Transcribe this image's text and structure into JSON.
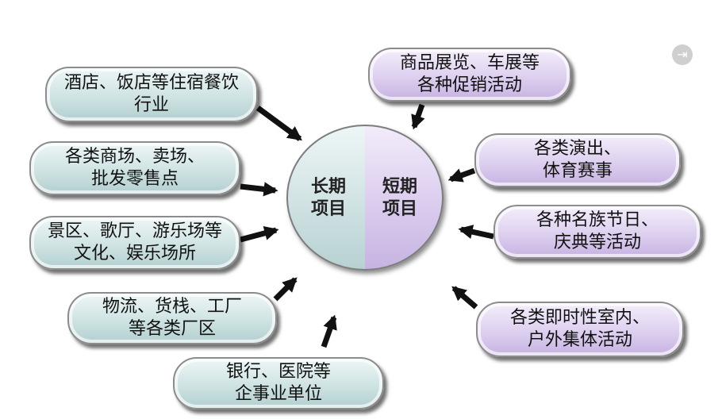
{
  "center": {
    "left": {
      "line1": "长期",
      "line2": "项目"
    },
    "right": {
      "line1": "短期",
      "line2": "项目"
    }
  },
  "long_term": [
    {
      "line1": "酒店、饭店等住宿餐饮",
      "line2": "行业"
    },
    {
      "line1": "各类商场、卖场、",
      "line2": "批发零售点"
    },
    {
      "line1": "景区、歌厅、游乐场等",
      "line2": "文化、娱乐场所"
    },
    {
      "line1": "物流、货栈、工厂",
      "line2": "等各类厂区"
    },
    {
      "line1": "银行、医院等",
      "line2": "企事业单位"
    }
  ],
  "short_term": [
    {
      "line1": "商品展览、车展等",
      "line2": "各种促销活动"
    },
    {
      "line1": "各类演出、",
      "line2": "体育赛事"
    },
    {
      "line1": "各种名族节日、",
      "line2": "庆典等活动"
    },
    {
      "line1": "各类即时性室内、",
      "line2": "户外集体活动"
    }
  ],
  "colors": {
    "long_fill": "#cfe3e3",
    "short_fill": "#ddd0ef",
    "arrow": "#111111"
  },
  "icons": {
    "corner": "exit-icon"
  }
}
